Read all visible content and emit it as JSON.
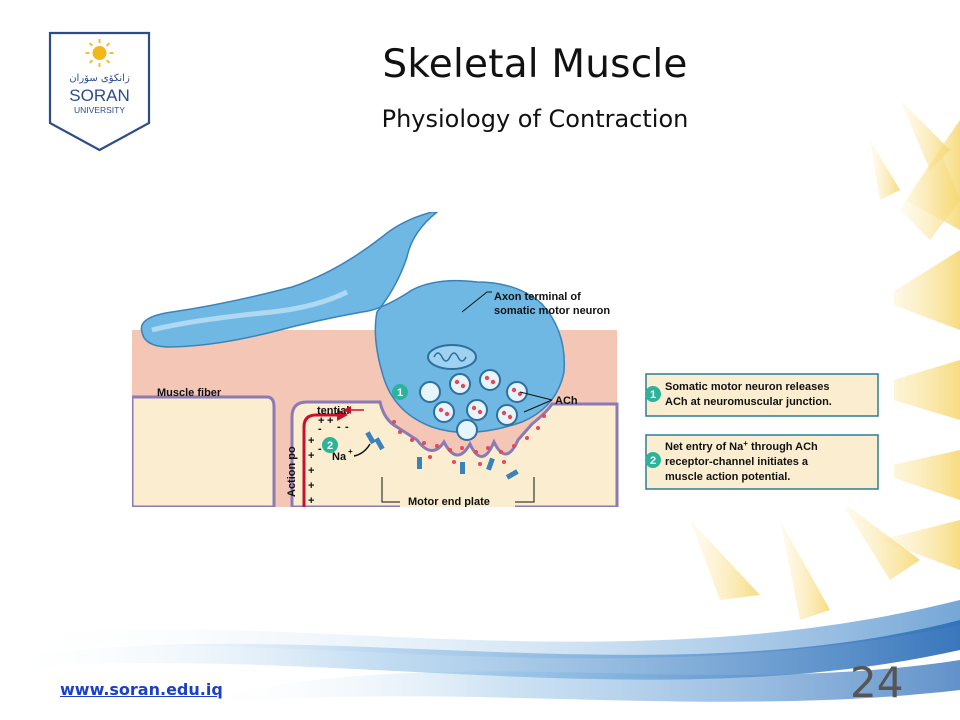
{
  "slide": {
    "title": "Skeletal Muscle",
    "subtitle": "Physiology of Contraction",
    "footer_url": "www.soran.edu.iq",
    "page_number": "24"
  },
  "logo": {
    "kurdish_text": "زانكۆی سۆران",
    "name_line1": "SORAN",
    "name_line2": "UNIVERSITY",
    "accent_color": "#f2b81a",
    "frame_color": "#2b4d8c"
  },
  "figure": {
    "labels": {
      "axon_terminal": [
        "Axon terminal of",
        "somatic motor neuron"
      ],
      "muscle_fiber": "Muscle fiber",
      "ach": "ACh",
      "na": "Na",
      "na_superscript": "+",
      "action_potential_part1": "Action po",
      "action_potential_part2": "tential",
      "motor_end_plate": "Motor end plate"
    },
    "steps": [
      {
        "number": "1",
        "lines": [
          "Somatic motor neuron releases",
          "ACh at neuromuscular junction."
        ]
      },
      {
        "number": "2",
        "lines": [
          "Net entry of Na",
          "receptor-channel initiates a",
          "muscle action potential."
        ],
        "line1_superscript": "+",
        "line1_suffix": " through ACh"
      }
    ],
    "colors": {
      "neuron": "#6fb8e4",
      "muscle": "#f3c6b5",
      "cytoplasm": "#fbeed0",
      "step_badge": "#2bb39b",
      "step_box_border": "#2a7d9a"
    }
  }
}
